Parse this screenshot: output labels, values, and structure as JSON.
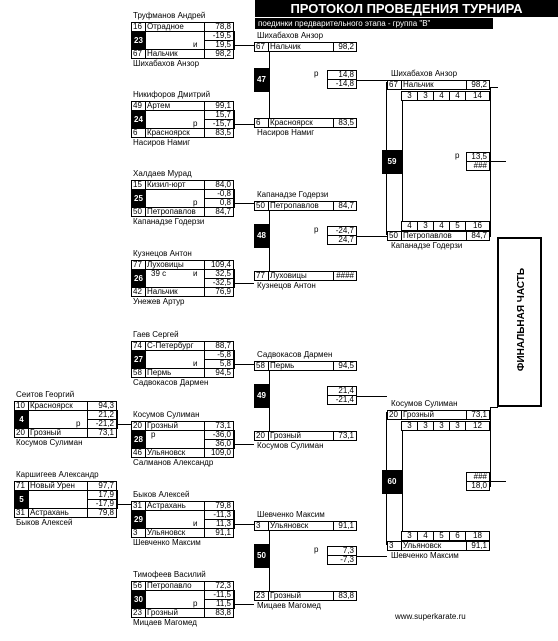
{
  "header": {
    "title": "ПРОТОКОЛ ПРОВЕДЕНИЯ ТУРНИРА",
    "subtitle": "поединки предварительного этапа - группа \"В\""
  },
  "final_label": "ФИНАЛЬНАЯ ЧАСТЬ",
  "site": "www.superkarate.ru",
  "bouts": {
    "b23": {
      "num": "23",
      "top_name": "Труфманов Андрей",
      "top_no": "16",
      "top_city": "Отрадное",
      "top_score": "78,8",
      "m1": "-19,5",
      "m2a": "и",
      "m2b": "19,5",
      "bot_no": "67",
      "bot_city": "Нальчик",
      "bot_score": "98,2",
      "bot_name": "Шихабахов Анзор"
    },
    "b24": {
      "num": "24",
      "top_name": "Никифоров Дмитрий",
      "top_no": "49",
      "top_city": "Артем",
      "top_score": "99,1",
      "m1": "15,7",
      "m2a": "р",
      "m2b": "-15,7",
      "bot_no": "6",
      "bot_city": "Красноярск",
      "bot_score": "83,5",
      "bot_name": "Насиров Намиг"
    },
    "b25": {
      "num": "25",
      "top_name": "Халдаев Мурад",
      "top_no": "15",
      "top_city": "Кизил-юрт",
      "top_score": "84,0",
      "m1": "-0,8",
      "m2a": "р",
      "m2b": "0,8",
      "bot_no": "50",
      "bot_city": "Петропавлов",
      "bot_score": "84,7",
      "bot_name": "Капанадзе Годерзи"
    },
    "b26": {
      "num": "26",
      "top_name": "Кузнецов Антон",
      "top_no": "77",
      "top_city": "Луховицы",
      "top_score": "109,4",
      "m1a": "39 с",
      "m1b": "и",
      "m1": "32,5",
      "m2a": "",
      "m2b": "-32,5",
      "bot_no": "42",
      "bot_city": "Нальчик",
      "bot_score": "76,9",
      "bot_name": "Унежев Артур"
    },
    "b27": {
      "num": "27",
      "top_name": "Гаев Сергей",
      "top_no": "74",
      "top_city": "С-Петербург",
      "top_score": "88,7",
      "m1": "-5,8",
      "m2a": "и",
      "m2b": "5,8",
      "bot_no": "58",
      "bot_city": "Пермь",
      "bot_score": "94,5",
      "bot_name": "Садвокасов Дармен"
    },
    "b28": {
      "num": "28",
      "top_name": "Косумов Сулиман",
      "top_no": "20",
      "top_city": "Грозный",
      "top_score": "73,1",
      "m1a": "р",
      "m1": "-36,0",
      "m2a": "",
      "m2b": "36,0",
      "bot_no": "46",
      "bot_city": "Ульяновск",
      "bot_score": "109,0",
      "bot_name": "Салманов Александр"
    },
    "b4": {
      "num": "4",
      "top_name": "Сеитов Георгий",
      "top_no": "10",
      "top_city": "Красноярск",
      "top_score": "94,3",
      "m1": "21,2",
      "m2a": "р",
      "m2b": "-21,2",
      "bot_no": "20",
      "bot_city": "Грозный",
      "bot_score": "73,1",
      "bot_name": "Косумов Сулиман"
    },
    "b5": {
      "num": "5",
      "top_name": "Каршигеев Александр",
      "top_no": "71",
      "top_city": "Новый Урен",
      "top_score": "97,7",
      "m1": "17,9",
      "m2a": "",
      "m2b": "-17,9",
      "bot_no": "31",
      "bot_city": "Астрахань",
      "bot_score": "79,8",
      "bot_name": "Быков Алексей"
    },
    "b29": {
      "num": "29",
      "top_name": "Быков Алексей",
      "top_no": "31",
      "top_city": "Астрахань",
      "top_score": "79,8",
      "m1": "-11,3",
      "m2a": "и",
      "m2b": "11,3",
      "bot_no": "3",
      "bot_city": "Ульяновск",
      "bot_score": "91,1",
      "bot_name": "Шевченко Максим"
    },
    "b30": {
      "num": "30",
      "top_name": "Тимофеев Василий",
      "top_no": "56",
      "top_city": "Петропавло",
      "top_score": "72,3",
      "m1": "-11,5",
      "m2a": "р",
      "m2b": "11,5",
      "bot_no": "23",
      "bot_city": "Грозный",
      "bot_score": "83,8",
      "bot_name": "Мицаев Магомед"
    },
    "b47": {
      "num": "47",
      "top_name": "Шихабахов Анзор",
      "top_no": "67",
      "top_city": "Нальчик",
      "top_score": "98,2",
      "m1a": "р",
      "m1": "14,8",
      "m2b": "-14,8",
      "bot_no": "6",
      "bot_city": "Красноярск",
      "bot_score": "83,5",
      "bot_name": "Насиров Намиг"
    },
    "b48": {
      "num": "48",
      "top_name": "Капанадзе Годерзи",
      "top_no": "50",
      "top_city": "Петропавлов",
      "top_score": "84,7",
      "m1a": "р",
      "m1": "-24,7",
      "m2b": "24,7",
      "bot_no": "77",
      "bot_city": "Луховицы",
      "bot_score": "####",
      "bot_name": "Кузнецов Антон"
    },
    "b49": {
      "num": "49",
      "top_name": "Садвокасов Дармен",
      "top_no": "58",
      "top_city": "Пермь",
      "top_score": "94,5",
      "m1": "21,4",
      "m2b": "-21,4",
      "bot_no": "20",
      "bot_city": "Грозный",
      "bot_score": "73,1",
      "bot_name": "Косумов Сулиман"
    },
    "b50": {
      "num": "50",
      "top_name": "Шевченко Максим",
      "top_no": "3",
      "top_city": "Ульяновск",
      "top_score": "91,1",
      "m1a": "р",
      "m1": "7,3",
      "m2b": "-7,3",
      "bot_no": "23",
      "bot_city": "Грозный",
      "bot_score": "83,8",
      "bot_name": "Мицаев Магомед"
    },
    "b59": {
      "num": "59",
      "top_name": "Шихабахов Анзор",
      "top_no": "67",
      "top_city": "Нальчик",
      "top_score": "98,2",
      "top_marks": [
        "3",
        "3",
        "4",
        "4",
        "14"
      ],
      "m1a": "р",
      "m1": "13,5",
      "m2b": "###",
      "bot_marks": [
        "4",
        "3",
        "4",
        "5",
        "16"
      ],
      "bot_no": "50",
      "bot_city": "Петропавлов",
      "bot_score": "84,7",
      "bot_name": "Капанадзе Годерзи"
    },
    "b60": {
      "num": "60",
      "top_name": "Косумов Сулиман",
      "top_no": "20",
      "top_city": "Грозный",
      "top_score": "73,1",
      "top_marks": [
        "3",
        "3",
        "3",
        "3",
        "12"
      ],
      "m1": "###",
      "m2b": "18,0",
      "bot_marks": [
        "3",
        "4",
        "5",
        "6",
        "18"
      ],
      "bot_no": "3",
      "bot_city": "Ульяновск",
      "bot_score": "91,1",
      "bot_name": "Шевченко Максим"
    }
  }
}
